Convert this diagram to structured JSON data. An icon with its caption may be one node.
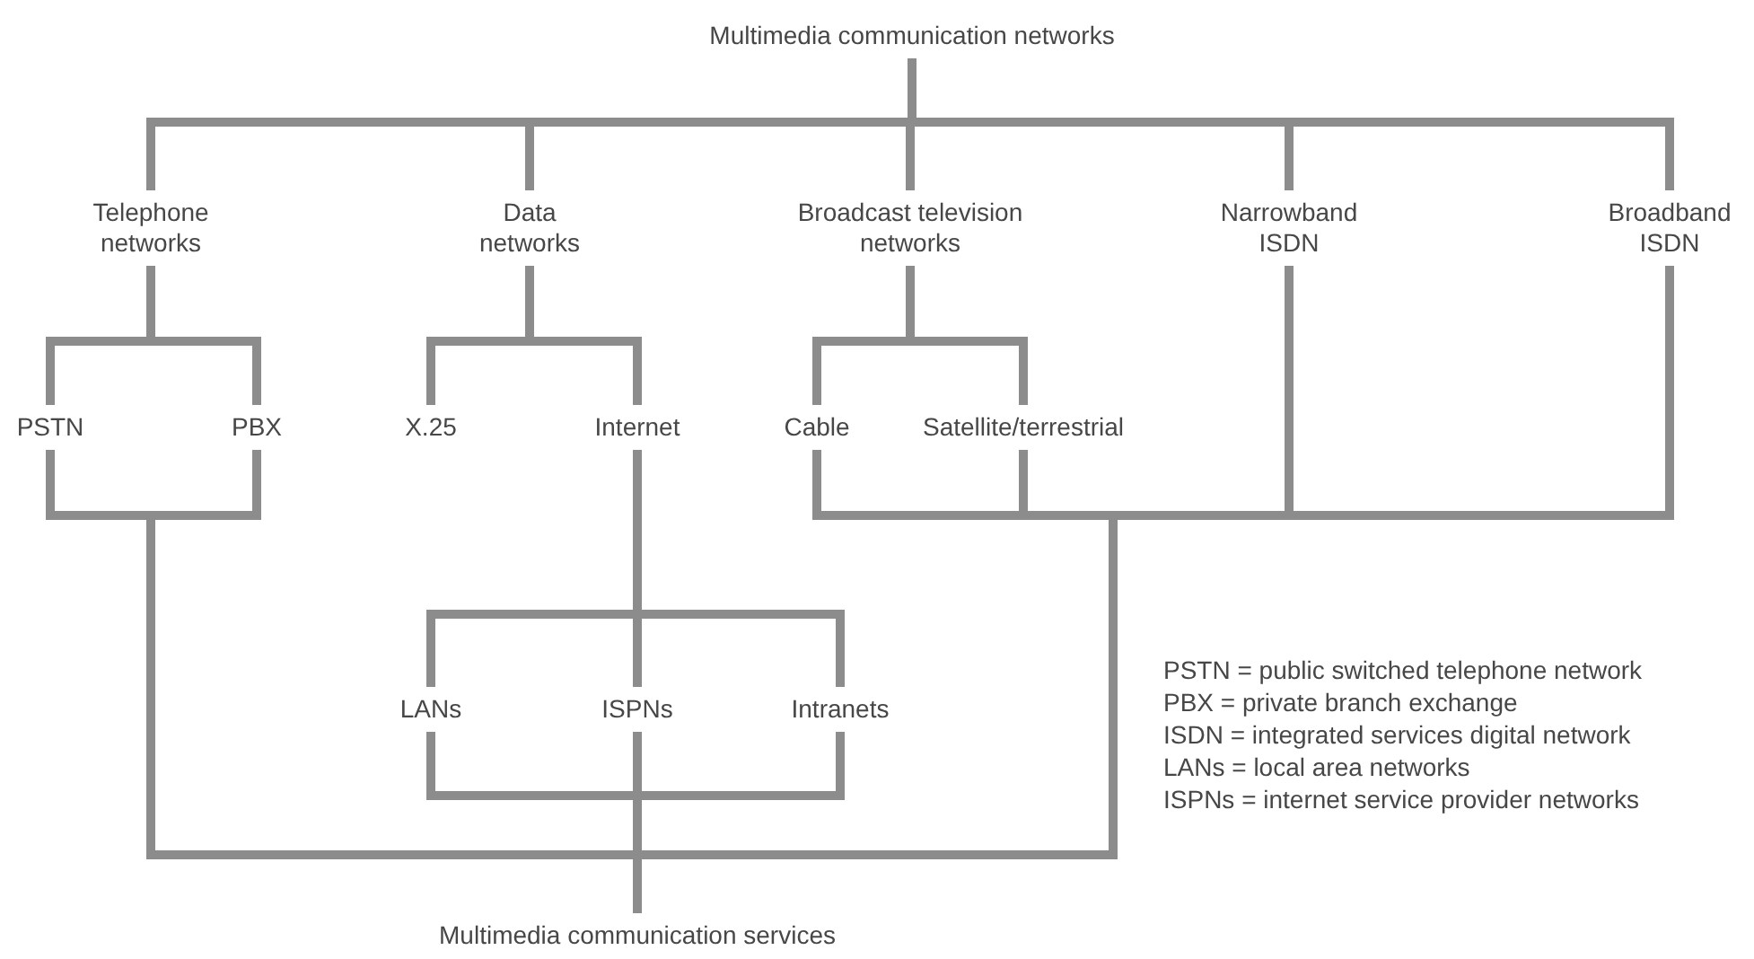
{
  "diagram": {
    "nodes": [
      {
        "text": [
          "Multimedia communication networks"
        ]
      },
      {
        "text": [
          "Telephone networks"
        ]
      },
      {
        "text": [
          "Data networks"
        ]
      },
      {
        "text": [
          "Broadcast television networks"
        ]
      },
      {
        "text": [
          "Narrowband ISDN"
        ]
      },
      {
        "text": [
          "Broadband ISDN"
        ]
      },
      {
        "text": [
          "PSTN"
        ]
      },
      {
        "text": [
          "PBX"
        ]
      },
      {
        "text": [
          "X.25"
        ]
      },
      {
        "text": [
          "Internet"
        ]
      },
      {
        "text": [
          "Cable"
        ]
      },
      {
        "text": [
          "Satellite/terrestrial"
        ]
      },
      {
        "text": [
          "LANs"
        ]
      },
      {
        "text": [
          "ISPNs"
        ]
      },
      {
        "text": [
          "Intranets"
        ]
      },
      {
        "text": [
          "Multimedia communication services"
        ]
      }
    ],
    "edges": [
      {
        "from": 0,
        "to": 1,
        "arrow": "none"
      },
      {
        "from": 0,
        "to": 2,
        "arrow": "none"
      },
      {
        "from": 0,
        "to": 3,
        "arrow": "none"
      },
      {
        "from": 0,
        "to": 4,
        "arrow": "none"
      },
      {
        "from": 0,
        "to": 5,
        "arrow": "none"
      },
      {
        "from": 1,
        "to": 6,
        "arrow": "none"
      },
      {
        "from": 1,
        "to": 7,
        "arrow": "none"
      },
      {
        "from": 2,
        "to": 8,
        "arrow": "none"
      },
      {
        "from": 2,
        "to": 9,
        "arrow": "none"
      },
      {
        "from": 3,
        "to": 10,
        "arrow": "none"
      },
      {
        "from": 3,
        "to": 11,
        "arrow": "none"
      },
      {
        "from": 9,
        "to": 12,
        "arrow": "none"
      },
      {
        "from": 9,
        "to": 13,
        "arrow": "none"
      },
      {
        "from": 9,
        "to": 14,
        "arrow": "none"
      },
      {
        "from": 6,
        "to": 15,
        "arrow": "none"
      },
      {
        "from": 7,
        "to": 15,
        "arrow": "none"
      },
      {
        "from": 10,
        "to": 15,
        "arrow": "none"
      },
      {
        "from": 11,
        "to": 15,
        "arrow": "none"
      },
      {
        "from": 4,
        "to": 15,
        "arrow": "none"
      },
      {
        "from": 5,
        "to": 15,
        "arrow": "none"
      },
      {
        "from": 12,
        "to": 15,
        "arrow": "none"
      },
      {
        "from": 13,
        "to": 15,
        "arrow": "none"
      },
      {
        "from": 14,
        "to": 15,
        "arrow": "none"
      }
    ],
    "labels": [
      "PSTN = public switched telephone network",
      "PBX = private branch exchange",
      "ISDN = integrated services digital network",
      "LANs = local area networks",
      "ISPNs = internet service provider networks"
    ]
  }
}
